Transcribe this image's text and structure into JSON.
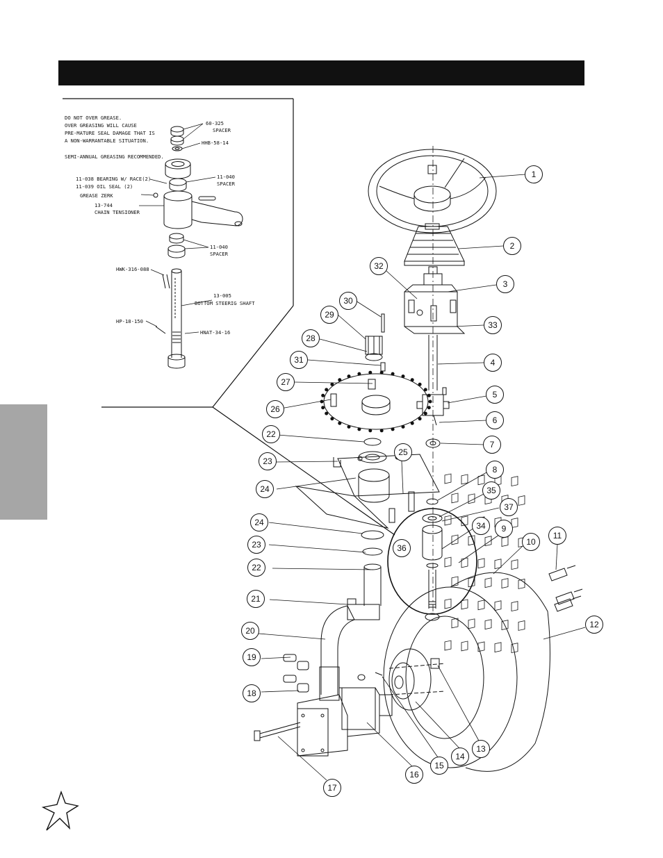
{
  "inset": {
    "notes": [
      "DO NOT OVER GREASE.",
      "OVER GREASING WILL CAUSE",
      "PRE-MATURE SEAL DAMAGE THAT IS",
      "A NON-WARRANTABLE SITUATION.",
      "SEMI-ANNUAL GREASING RECOMMENDED."
    ],
    "labels": [
      {
        "id": "60-325",
        "lines": [
          "60-325",
          "SPACER"
        ]
      },
      {
        "id": "hhb",
        "lines": [
          "HHB-58-14"
        ]
      },
      {
        "id": "11-040a",
        "lines": [
          "11-040",
          "SPACER"
        ]
      },
      {
        "id": "bearing",
        "lines": [
          "11-038 BEARING W/ RACE(2)",
          "11-039 OIL SEAL (2)"
        ]
      },
      {
        "id": "zerk",
        "lines": [
          "GREASE ZERK"
        ]
      },
      {
        "id": "13-744",
        "lines": [
          "13-744",
          "CHAIN TENSIONER"
        ]
      },
      {
        "id": "11-040b",
        "lines": [
          "11-040",
          "SPACER"
        ]
      },
      {
        "id": "hwk",
        "lines": [
          "HWK-316-088"
        ]
      },
      {
        "id": "13-005",
        "lines": [
          "13-005",
          "BOTTOM STEERIG SHAFT"
        ]
      },
      {
        "id": "hp",
        "lines": [
          "HP-18-150"
        ]
      },
      {
        "id": "hnat",
        "lines": [
          "HNAT-34-16"
        ]
      }
    ]
  },
  "callouts": [
    "1",
    "2",
    "3",
    "4",
    "5",
    "6",
    "7",
    "8",
    "9",
    "10",
    "11",
    "12",
    "13",
    "14",
    "15",
    "16",
    "17",
    "18",
    "19",
    "20",
    "21",
    "22",
    "23",
    "24",
    "25",
    "26",
    "27",
    "28",
    "29",
    "30",
    "31",
    "32",
    "33",
    "34",
    "35",
    "36",
    "37"
  ],
  "callouts_extra": [
    "22",
    "23",
    "24"
  ]
}
